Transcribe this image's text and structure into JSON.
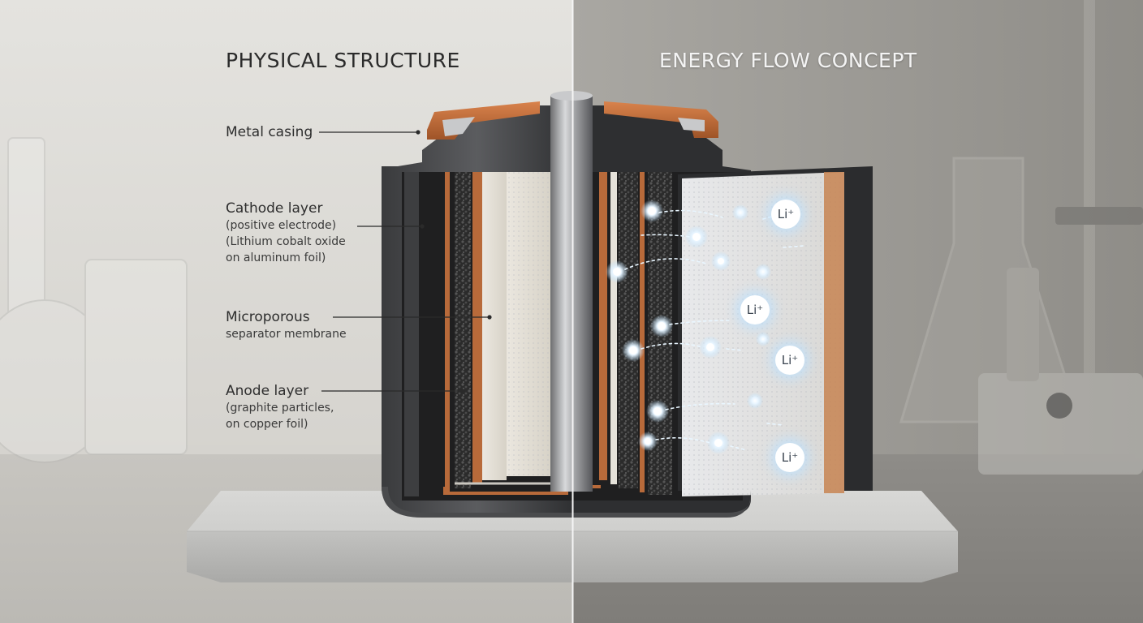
{
  "titles": {
    "left": "PHYSICAL STRUCTURE",
    "right": "ENERGY FLOW CONCEPT"
  },
  "labels": [
    {
      "main": "Metal casing",
      "sub": []
    },
    {
      "main": "Cathode layer",
      "sub": [
        "(positive electrode)",
        "(Lithium cobalt oxide",
        "on aluminum foil)"
      ]
    },
    {
      "main": "Microporous",
      "sub": [
        "separator membrane"
      ]
    },
    {
      "main": "Anode layer",
      "sub": [
        "(graphite particles,",
        "on copper foil)"
      ]
    }
  ],
  "ion_label": "Li⁺",
  "colors": {
    "copper": "#b86a3a",
    "casing_dark": "#2a2a2a",
    "glow": "#bfe3ff"
  }
}
